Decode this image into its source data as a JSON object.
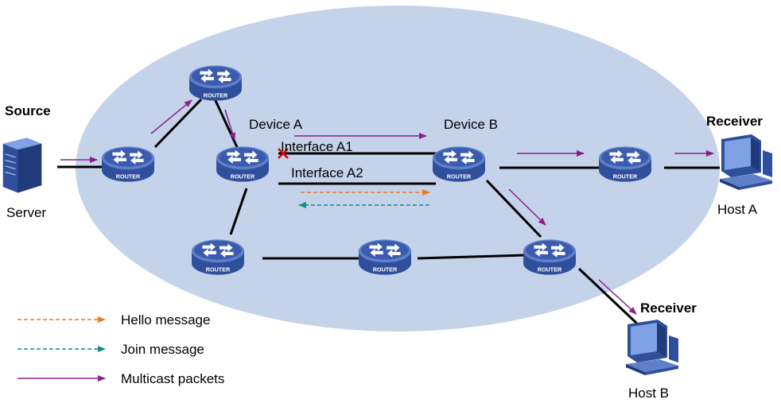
{
  "colors": {
    "domain_fill": "#c5d3ea",
    "router_body": "#2f4f9c",
    "router_top": "#5f7fc9",
    "link": "#000000",
    "hello_arrow": "#f07a1f",
    "join_arrow": "#128a8a",
    "multicast_arrow": "#8b1f8b",
    "failure_mark": "#e00000"
  },
  "router_label": "ROUTER",
  "labels": {
    "source": "Source",
    "server": "Server",
    "device_a": "Device A",
    "device_b": "Device B",
    "interface_a1": "Interface A1",
    "interface_a2": "Interface A2",
    "receiver_a": "Receiver",
    "host_a": "Host A",
    "receiver_b": "Receiver",
    "host_b": "Host B"
  },
  "legend": [
    {
      "label": "Hello message",
      "style": "hello"
    },
    {
      "label": "Join message",
      "style": "join"
    },
    {
      "label": "Multicast packets",
      "style": "multicast"
    }
  ]
}
